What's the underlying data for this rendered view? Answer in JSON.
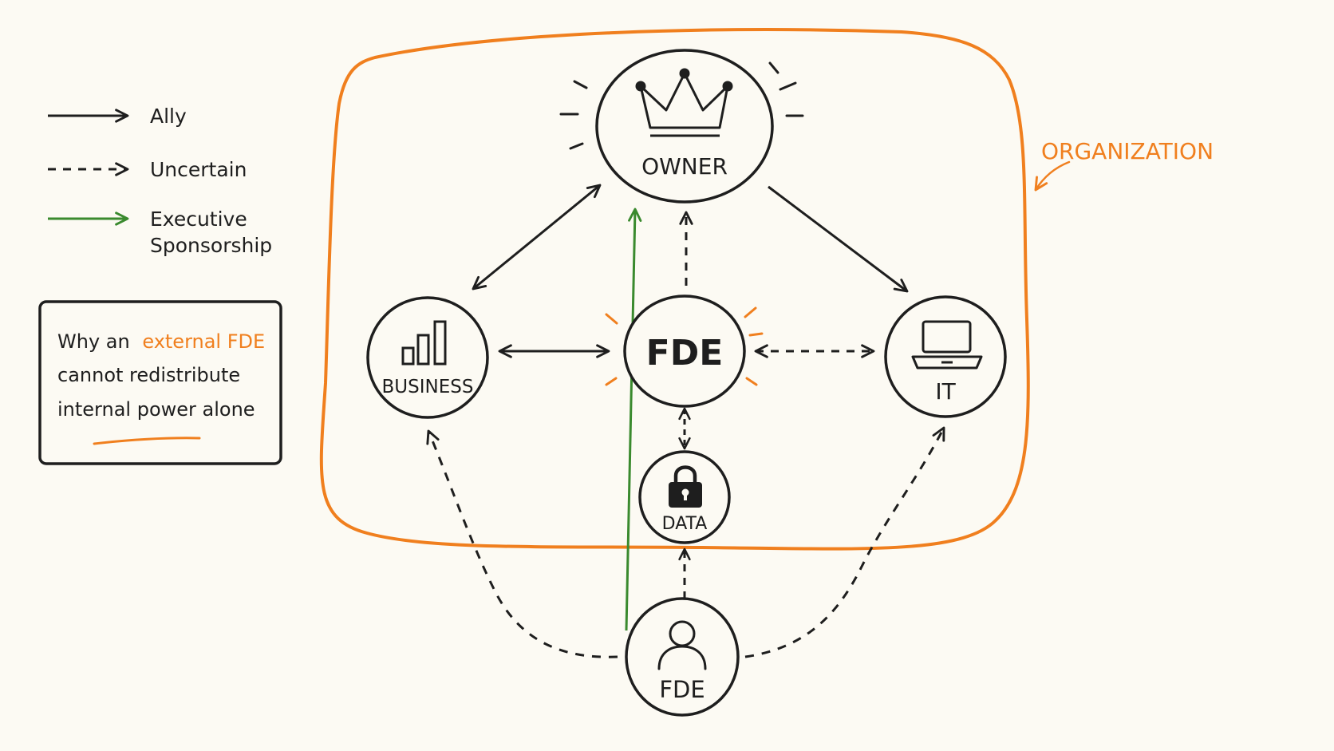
{
  "colors": {
    "ink": "#1e1e1e",
    "accent": "#f07f1e",
    "sponsor": "#3a8a2e",
    "paper": "#fcfaf3"
  },
  "legend": {
    "ally": "Ally",
    "uncertain": "Uncertain",
    "executive_line1": "Executive",
    "executive_line2": "Sponsorship"
  },
  "note": {
    "why_an": "Why an",
    "highlight": "external FDE",
    "line2": "cannot redistribute",
    "line3": "internal power alone"
  },
  "organization_label": "ORGANIZATION",
  "nodes": {
    "owner": {
      "label": "OWNER",
      "icon": "crown-icon"
    },
    "business": {
      "label": "BUSINESS",
      "icon": "bar-chart-icon"
    },
    "fde_internal": {
      "label": "FDE"
    },
    "it": {
      "label": "IT",
      "icon": "laptop-icon"
    },
    "data": {
      "label": "DATA",
      "icon": "lock-icon"
    },
    "fde_external": {
      "label": "FDE",
      "icon": "person-icon"
    }
  }
}
